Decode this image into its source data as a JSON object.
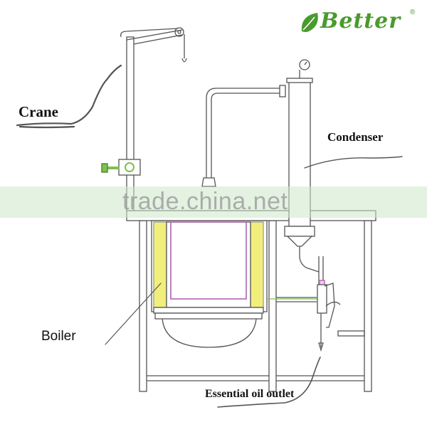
{
  "brand": {
    "text": "Better",
    "registered": "®"
  },
  "labels": {
    "crane": "Crane",
    "condenser": "Condenser",
    "boiler": "Boiler",
    "outlet": "Essential oil outlet"
  },
  "watermark": "trade.china.net",
  "colors": {
    "line": "#555555",
    "insulation": "#f2ee7c",
    "vessel_inner": "#b064b0",
    "brand": "#4a9a2e",
    "valve": "#7fc04f",
    "sight_glass": "#c070c0"
  }
}
